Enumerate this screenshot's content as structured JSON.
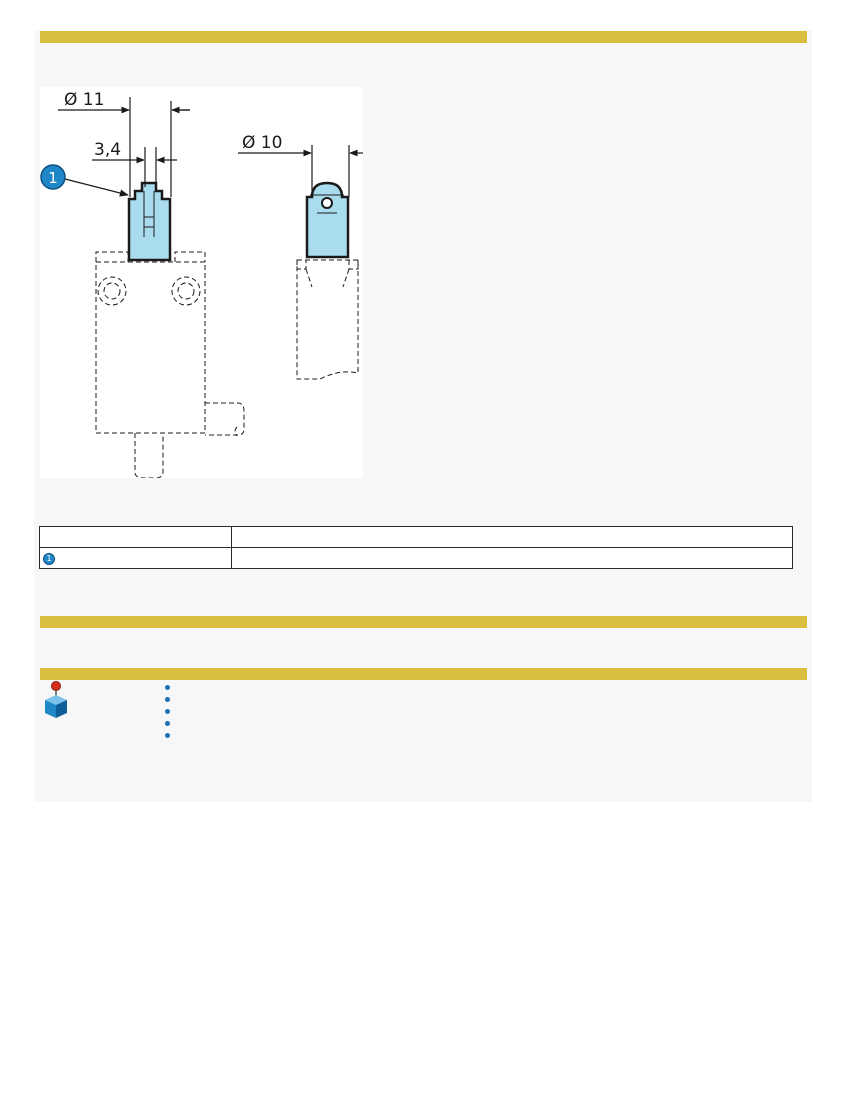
{
  "drawing": {
    "dim_top_diameter": "Ø 11",
    "dim_plunger_width": "3,4",
    "dim_roller_diameter": "Ø 10",
    "marker_label": "1"
  },
  "legend_table": {
    "header_row": [
      "",
      ""
    ],
    "rows": [
      {
        "marker": "1",
        "text": ""
      }
    ]
  },
  "notes": {
    "bullets": [
      "",
      "",
      "",
      "",
      ""
    ]
  },
  "colors": {
    "section_bar": "#d9bd3c",
    "part_highlight": "#a9dcef",
    "marker_blue": "#1f86c8",
    "panel_background": "#f7f7f7"
  }
}
